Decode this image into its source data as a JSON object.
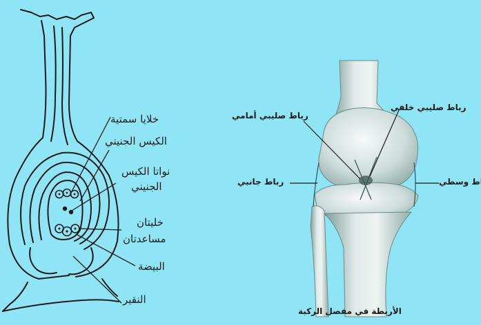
{
  "plant_diagram": {
    "labels": {
      "antipodal_cells": "خلايا سمتية",
      "embryo_sac": "الكيس الجنيني",
      "embryo_sac_nuclei_1": "نواتا الكيس",
      "embryo_sac_nuclei_2": "الجنيني",
      "synergids_1": "خليتان",
      "synergids_2": "مساعدتان",
      "egg_cell": "البيضة",
      "micropyle": "النقير"
    },
    "colors": {
      "line": "#1a1a1a",
      "fill": "#8fe4f5"
    }
  },
  "knee_diagram": {
    "labels": {
      "posterior_cruciate": "رباط صليبي خلفي",
      "anterior_cruciate": "رباط صليبي أمامي",
      "lateral_ligament": "رباط جانبي",
      "medial_ligament": "رباط وسطي"
    },
    "caption": "الأربطة في مفصل الركبة",
    "colors": {
      "bone_light": "#eef4f2",
      "bone_mid": "#b9cfcc",
      "bone_dark": "#7f9c9a"
    }
  }
}
